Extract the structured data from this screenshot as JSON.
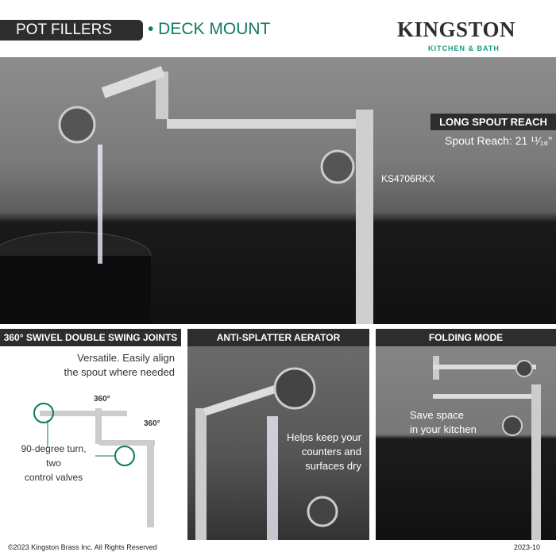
{
  "header": {
    "category": "POT FILLERS",
    "subcategory": "• DECK MOUNT",
    "brand": "KINGSTON",
    "brand_sub": "KITCHEN & BATH"
  },
  "hero": {
    "feature_title": "LONG SPOUT REACH",
    "feature_value": "Spout Reach: 21 ¹¹⁄₁₆\"",
    "model": "KS4706RKX"
  },
  "panels": [
    {
      "title": "360° SWIVEL DOUBLE SWING JOINTS",
      "text1": "Versatile. Easily align",
      "text2": "the spout where needed",
      "badge1": "360°",
      "badge2": "360°",
      "note1": "90-degree turn,",
      "note2": "two",
      "note3": "control valves"
    },
    {
      "title": "ANTI-SPLATTER AERATOR",
      "text1": "Helps keep your",
      "text2": "counters and",
      "text3": "surfaces dry"
    },
    {
      "title": "FOLDING MODE",
      "text1": "Save space",
      "text2": "in your kitchen"
    }
  ],
  "footer": {
    "copyright": "©2023 Kingston Brass Inc. All Rights Reserved",
    "date": "2023-10"
  },
  "colors": {
    "accent": "#0d7a62",
    "dark": "#2e2c2d"
  }
}
